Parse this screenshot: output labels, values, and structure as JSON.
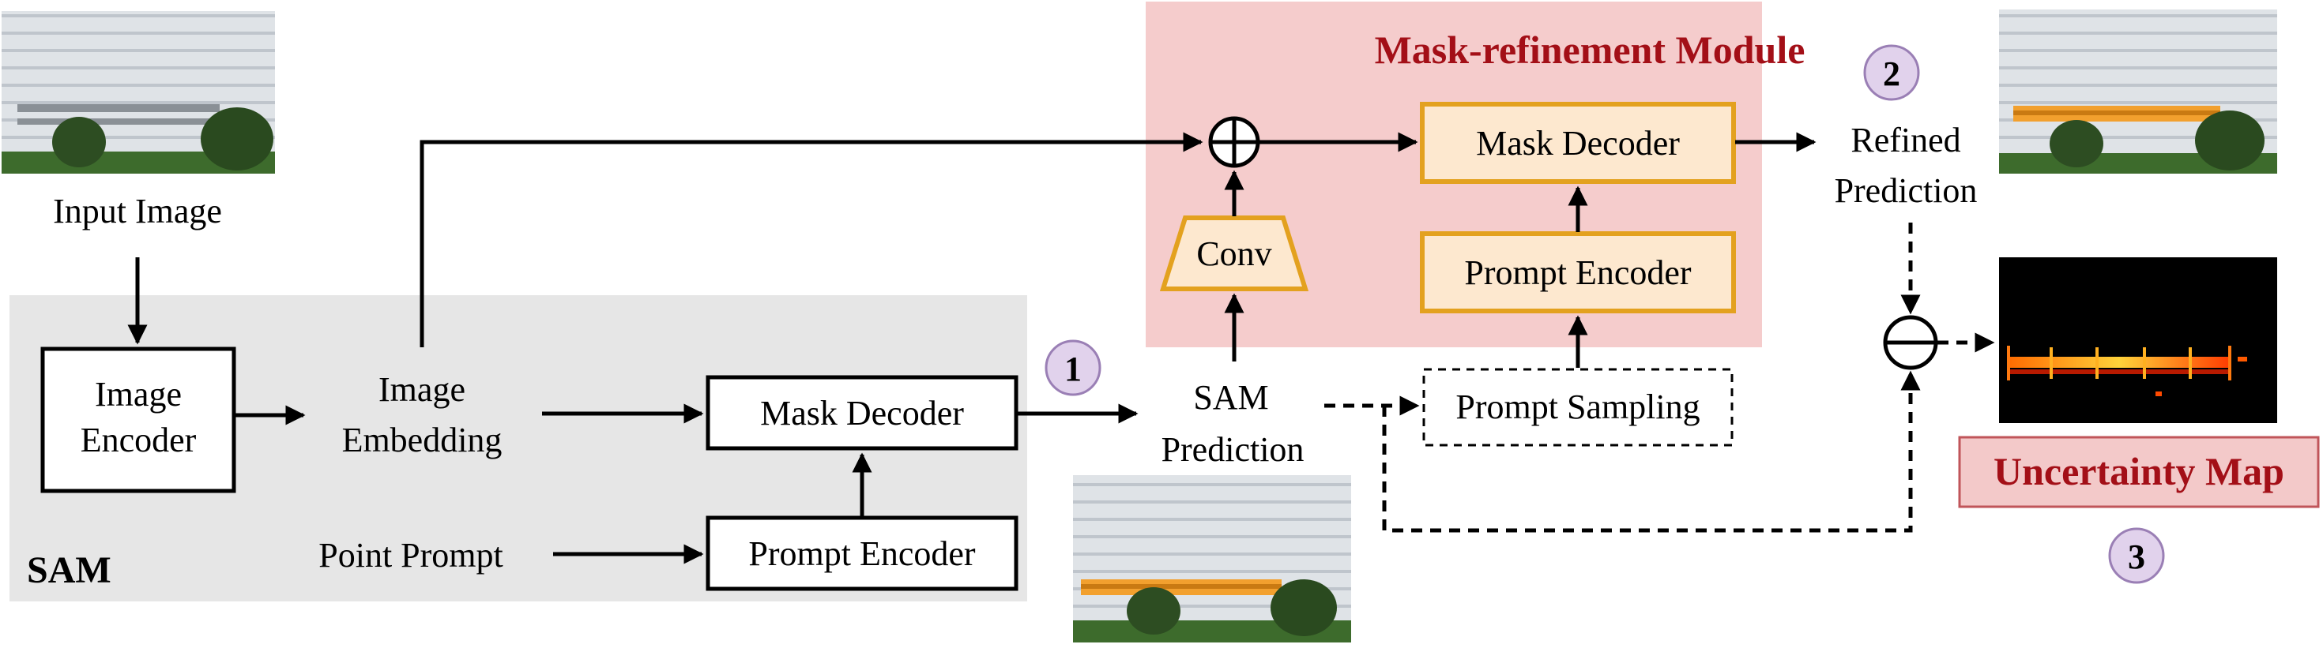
{
  "colors": {
    "sam_panel_bg": "#e6e6e6",
    "refine_panel_bg": "#f5cccc",
    "refine_title": "#a30f17",
    "orange_border": "#e3a11f",
    "orange_fill": "#fde8cf",
    "step_badge_fill": "#e1d2ec",
    "step_badge_border": "#9a7fb5",
    "uncertainty_fill": "#f3c9c9",
    "uncertainty_border": "#c0555a"
  },
  "labels": {
    "input_image": "Input Image",
    "image_encoder_l1": "Image",
    "image_encoder_l2": "Encoder",
    "image_embedding_l1": "Image",
    "image_embedding_l2": "Embedding",
    "mask_decoder_sam": "Mask Decoder",
    "point_prompt": "Point Prompt",
    "prompt_encoder_sam": "Prompt Encoder",
    "sam_title": "SAM",
    "sam_prediction_l1": "SAM",
    "sam_prediction_l2": "Prediction",
    "refine_module_title": "Mask-refinement Module",
    "conv": "Conv",
    "mask_decoder_refine": "Mask Decoder",
    "prompt_encoder_refine": "Prompt Encoder",
    "prompt_sampling": "Prompt Sampling",
    "refined_prediction_l1": "Refined",
    "refined_prediction_l2": "Prediction",
    "uncertainty_map": "Uncertainty Map"
  },
  "steps": [
    "1",
    "2",
    "3"
  ],
  "icons": {
    "add_operator": "circle-plus-icon",
    "subtract_operator": "circle-minus-icon"
  }
}
